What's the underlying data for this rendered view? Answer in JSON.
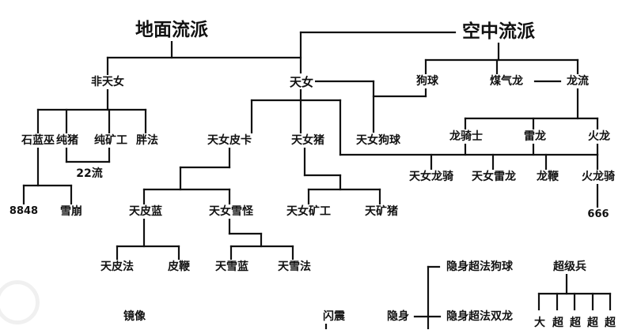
{
  "tree": {
    "ground": {
      "title": "地面流派",
      "non_sky": "非天女",
      "stone_blue": "石蓝巫",
      "pure_pig": "纯猪",
      "pure_miner": "纯矿工",
      "fat_mage": "胖法",
      "mix_22": "22流",
      "n8848": "8848",
      "avalanche": "雪崩"
    },
    "air": {
      "title": "空中流派",
      "sky": "天女",
      "balloon": "狗球",
      "gas_dragon": "煤气龙",
      "dragon_flow": "龙流",
      "sky_balloon": "天女狗球",
      "dragon_rider": "龙骑士",
      "thunder_dragon": "雷龙",
      "fire_dragon": "火龙",
      "sky_dragon_rider": "天女龙骑",
      "sky_thunder_dragon": "天女雷龙",
      "dragon_whip": "龙鞭",
      "fire_dragon_rider": "火龙骑",
      "n666": "666"
    },
    "sky_branch": {
      "sky_pekka": "天女皮卡",
      "sky_pig": "天女猪",
      "sky_pekka_blue": "天皮蓝",
      "sky_yeti": "天女雪怪",
      "sky_miner": "天女矿工",
      "sky_miner_pig": "天矿猪",
      "sky_pekka_mage": "天皮法",
      "pekka_whip": "皮鞭",
      "sky_yeti_blue": "天雪蓝",
      "sky_yeti_mage": "天雪法"
    },
    "misc": {
      "mirror": "镜像",
      "flash_quake": "闪震",
      "stealth": "隐身",
      "stealth_super_mage_balloon": "隐身超法狗球",
      "stealth_super_mage_dual_dragon": "隐身超法双龙",
      "super_troops": "超级兵",
      "super_chars": [
        "大",
        "超",
        "超",
        "超",
        "超"
      ]
    }
  }
}
